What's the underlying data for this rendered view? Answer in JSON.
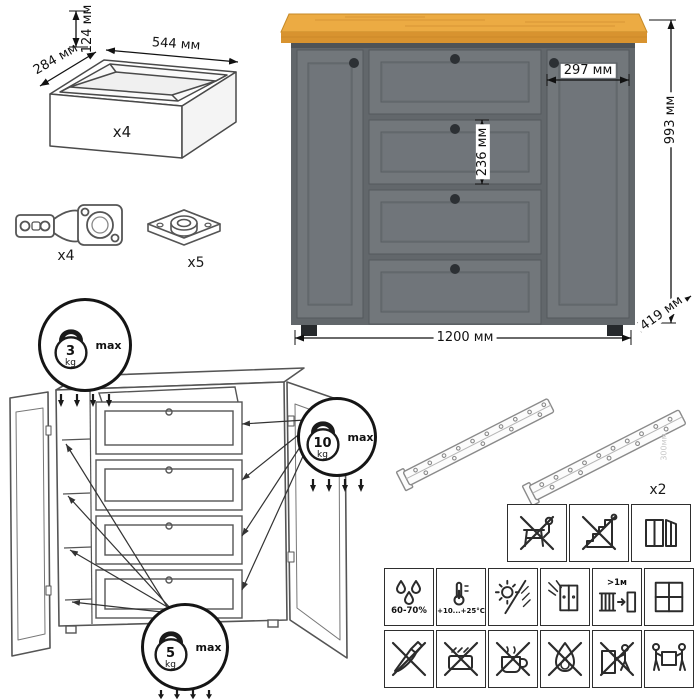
{
  "drawer_box": {
    "height_label": "124 мм",
    "width_label": "544 мм",
    "depth_label": "284 мм",
    "count_label": "x4"
  },
  "hardware": {
    "hinge_count_label": "x4",
    "cam_count_label": "x5"
  },
  "dresser": {
    "door_width_label": "297 мм",
    "drawer_height_label": "236 мм",
    "height_label": "993 мм",
    "width_label": "1200 мм",
    "depth_label": "419 мм",
    "colors": {
      "body": "#6e7377",
      "front": "#72777b",
      "top_wood": "#ecab43",
      "knob": "#2c3034"
    }
  },
  "load_limits": {
    "top_surface": {
      "value": "3",
      "unit": "kg",
      "max_label": "max"
    },
    "drawers": {
      "value": "10",
      "unit": "kg",
      "max_label": "max"
    },
    "door_shelves": {
      "value": "5",
      "unit": "kg",
      "max_label": "max"
    }
  },
  "slides": {
    "count_label": "x2",
    "length_note": "300мм"
  },
  "care": {
    "row1_icons": [
      "no-sitting-on-furniture",
      "no-climbing-on-drawers",
      "ventilate-room-window"
    ],
    "row2_icons": [
      "humidity-60-70",
      "temperature-range",
      "partial-shade-sun",
      "protect-furniture-from-sun",
      "keep-1m-from-heater",
      "window-grid"
    ],
    "row3_icons": [
      "no-sharp-objects",
      "no-abrasive-cleaners",
      "no-hot-objects",
      "no-open-flame",
      "no-moving-loaded-alone",
      "carry-with-two-people"
    ],
    "humidity_label": "60-70%",
    "temperature_label": "+10...+25°C",
    "heater_distance_label": ">1м"
  }
}
